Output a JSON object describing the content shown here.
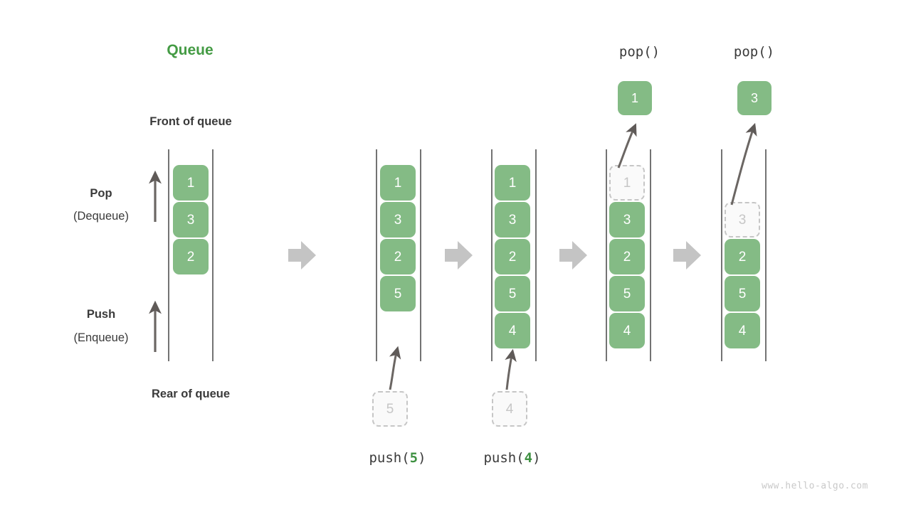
{
  "title": "Queue",
  "labels": {
    "front": "Front of queue",
    "rear": "Rear of queue",
    "pop_bold": "Pop",
    "pop_paren": "(Dequeue)",
    "push_bold": "Push",
    "push_paren": "(Enqueue)"
  },
  "colors": {
    "accent_green": "#449B44",
    "cell_green": "#84BB85",
    "cell_text": "#ffffff",
    "ghost_fill": "#fafafa",
    "ghost_border": "#c6c6c6",
    "ghost_text": "#c6c6c6",
    "dark_text": "#3a3a3a",
    "rail": "#5a5a5a",
    "step_arrow": "#c4c4c4",
    "curve_arrow": "#5f5a58",
    "watermark": "#c9c9c9"
  },
  "stages": [
    {
      "id": "initial",
      "caption": "",
      "caption_top": "",
      "cells": [
        {
          "value": "1",
          "state": "filled"
        },
        {
          "value": "3",
          "state": "filled"
        },
        {
          "value": "2",
          "state": "filled"
        }
      ],
      "detached": null
    },
    {
      "id": "push-5",
      "caption_prefix": "push(",
      "caption_value": "5",
      "caption_suffix": ")",
      "caption_top": "",
      "cells": [
        {
          "value": "1",
          "state": "filled"
        },
        {
          "value": "3",
          "state": "filled"
        },
        {
          "value": "2",
          "state": "filled"
        },
        {
          "value": "5",
          "state": "filled"
        }
      ],
      "detached": {
        "value": "5",
        "state": "ghost",
        "position": "below"
      }
    },
    {
      "id": "push-4",
      "caption_prefix": "push(",
      "caption_value": "4",
      "caption_suffix": ")",
      "caption_top": "",
      "cells": [
        {
          "value": "1",
          "state": "filled"
        },
        {
          "value": "3",
          "state": "filled"
        },
        {
          "value": "2",
          "state": "filled"
        },
        {
          "value": "5",
          "state": "filled"
        },
        {
          "value": "4",
          "state": "filled"
        }
      ],
      "detached": {
        "value": "4",
        "state": "ghost",
        "position": "below"
      }
    },
    {
      "id": "pop-1",
      "caption": "",
      "caption_top": "pop()",
      "cells": [
        {
          "value": "1",
          "state": "ghost"
        },
        {
          "value": "3",
          "state": "filled"
        },
        {
          "value": "2",
          "state": "filled"
        },
        {
          "value": "5",
          "state": "filled"
        },
        {
          "value": "4",
          "state": "filled"
        }
      ],
      "detached": {
        "value": "1",
        "state": "filled",
        "position": "above"
      }
    },
    {
      "id": "pop-3",
      "caption": "",
      "caption_top": "pop()",
      "cells": [
        {
          "value": "",
          "state": "empty"
        },
        {
          "value": "3",
          "state": "ghost"
        },
        {
          "value": "2",
          "state": "filled"
        },
        {
          "value": "5",
          "state": "filled"
        },
        {
          "value": "4",
          "state": "filled"
        }
      ],
      "detached": {
        "value": "3",
        "state": "filled",
        "position": "above"
      }
    }
  ],
  "watermark": "www.hello-algo.com"
}
